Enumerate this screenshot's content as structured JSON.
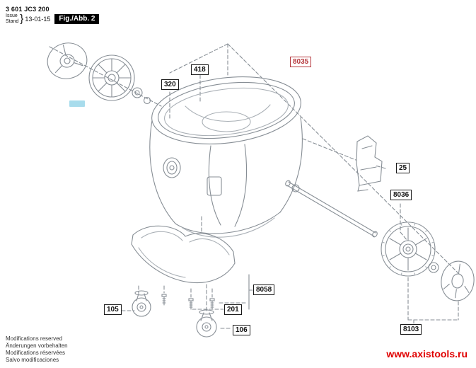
{
  "header": {
    "part_number": "3 601 JC3 200",
    "issue_label": "Issue",
    "stand_label": "Stand",
    "brace": "}",
    "date": "13-01-15",
    "figure_label": "Fig./Abb. 2"
  },
  "diagram": {
    "description": "Exploded parts view of vacuum cleaner container with wheels and casters",
    "part_labels": [
      {
        "text": "320"
      },
      {
        "text": "418"
      },
      {
        "text": "8035",
        "highlight": true
      },
      {
        "text": "25"
      },
      {
        "text": "8036"
      },
      {
        "text": "8058"
      },
      {
        "text": "105"
      },
      {
        "text": "201"
      },
      {
        "text": "106"
      },
      {
        "text": "8103"
      }
    ]
  },
  "footer": {
    "notes": [
      "Modifications reserved",
      "Änderungen vorbehalten",
      "Modifications réservées",
      "Salvo modificaciones"
    ],
    "watermark": "www.axistools.ru"
  },
  "colors": {
    "line_gray": "#878e95",
    "label_red": "#b5373c",
    "watermark_red": "#e00000",
    "cyan_marker": "#a8dcec"
  }
}
